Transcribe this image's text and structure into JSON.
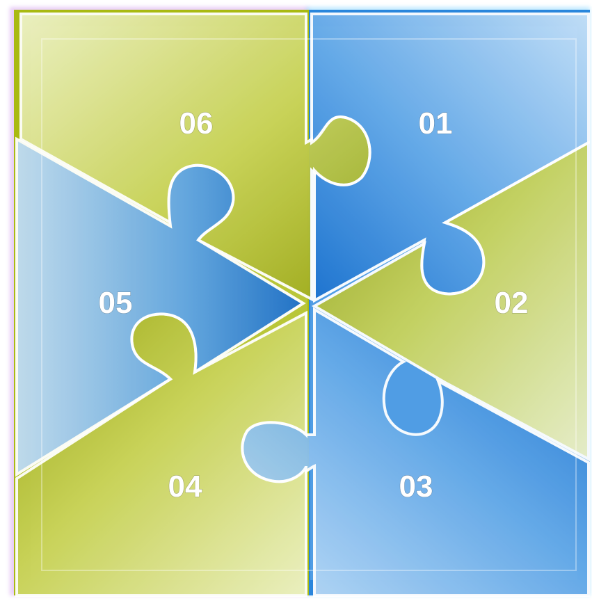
{
  "pieces": [
    {
      "id": "01",
      "label": "01",
      "color": "blue"
    },
    {
      "id": "02",
      "label": "02",
      "color": "green"
    },
    {
      "id": "03",
      "label": "03",
      "color": "blue"
    },
    {
      "id": "04",
      "label": "04",
      "color": "green"
    },
    {
      "id": "05",
      "label": "05",
      "color": "blue"
    },
    {
      "id": "06",
      "label": "06",
      "color": "green"
    }
  ],
  "colors": {
    "green": "#b5c41a",
    "green_light": "#e8edb6",
    "green_dark": "#8a9514",
    "blue": "#2a86dc",
    "blue_light": "#bcdaf6",
    "blue_dark": "#1b64b8",
    "seam": "#ffffff",
    "glow_pink": "#d59af0",
    "glow_blue": "#7fd4ff"
  }
}
